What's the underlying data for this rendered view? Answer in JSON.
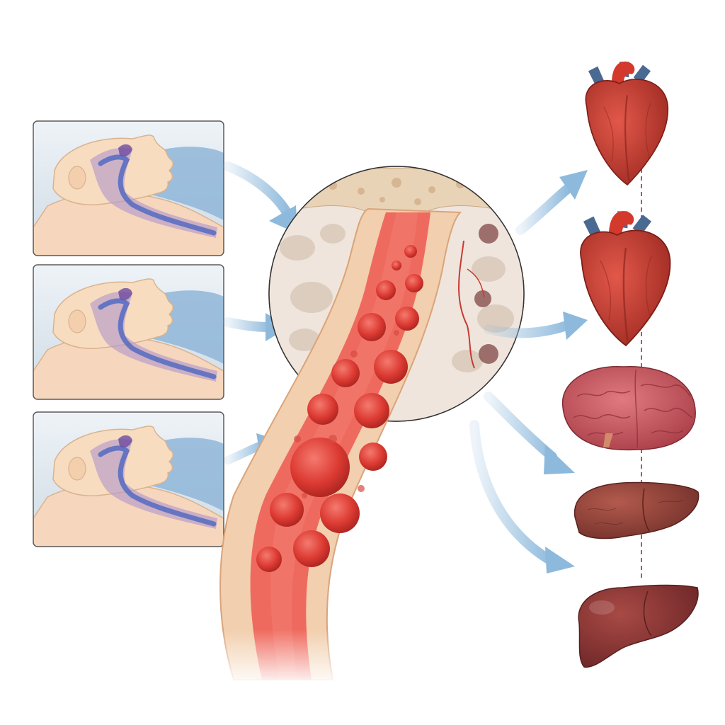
{
  "panels": [
    {
      "id": "sleep-panel-1",
      "icon": "sleeping-head-airway-icon"
    },
    {
      "id": "sleep-panel-2",
      "icon": "sleeping-head-airway-icon"
    },
    {
      "id": "sleep-panel-3",
      "icon": "sleeping-head-airway-icon"
    }
  ],
  "center": {
    "icon": "bone-marrow-blood-vessel-icon"
  },
  "organs": [
    {
      "id": "heart-top",
      "icon": "heart-icon"
    },
    {
      "id": "heart-middle",
      "icon": "heart-icon"
    },
    {
      "id": "brain",
      "icon": "brain-icon"
    },
    {
      "id": "liver-upper",
      "icon": "liver-icon"
    },
    {
      "id": "liver-lower",
      "icon": "liver-icon"
    }
  ],
  "colors": {
    "panel_border": "#5b5b5b",
    "panel_bg": "#dde7ef",
    "skin": "#f8dcc0",
    "skin_outline": "#d9b38f",
    "airway_purple": "#b59ac8",
    "airway_blue": "#4b66c2",
    "pillow_blue": "#8fb6d8",
    "arrow_blue": "#8db9dc",
    "vessel_wall": "#f2cfae",
    "blood_red": "#e2453f",
    "cell_red": "#d7352f",
    "bone_tan": "#e9d3b7",
    "organ_red": "#c2382c",
    "vessel_blue": "#4a6a92",
    "brain_pink": "#c9525a",
    "liver_brown": "#8a3c33"
  }
}
